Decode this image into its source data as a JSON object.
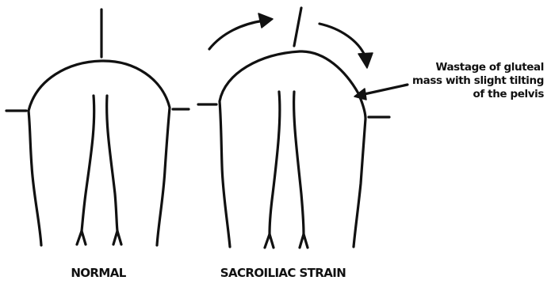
{
  "figure": {
    "panels": [
      {
        "label": "NORMAL"
      },
      {
        "label": "SACROILIAC STRAIN"
      }
    ],
    "annotation": {
      "lines": [
        "Wastage of gluteal",
        "mass with slight tilting",
        "of the pelvis"
      ]
    },
    "ink_color": "#111111",
    "background_color": "#ffffff"
  }
}
